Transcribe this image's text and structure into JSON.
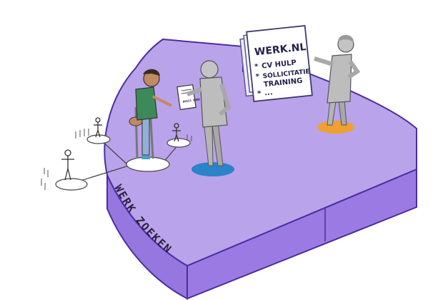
{
  "platform": {
    "side_label": "WERK ZOEKEN",
    "top_color": "#b9a3ea",
    "side_color": "#9676df",
    "edge_color": "#4b2ea0"
  },
  "signboard": {
    "title": "WERK.NL",
    "items": [
      "CV HULP",
      "SOLLICITATIE",
      "TRAINING",
      "..."
    ],
    "bullet": "*"
  },
  "document": {
    "text": "BASIS VOOR JOU"
  },
  "figures": {
    "job_seeker": {
      "aid": "crutches",
      "shirt_color": "#3c8a5a"
    },
    "advisor": {
      "base_color": "#2b83c9"
    },
    "presenter": {
      "base_color": "#f0a030"
    }
  },
  "network": {
    "node_count": 4
  }
}
